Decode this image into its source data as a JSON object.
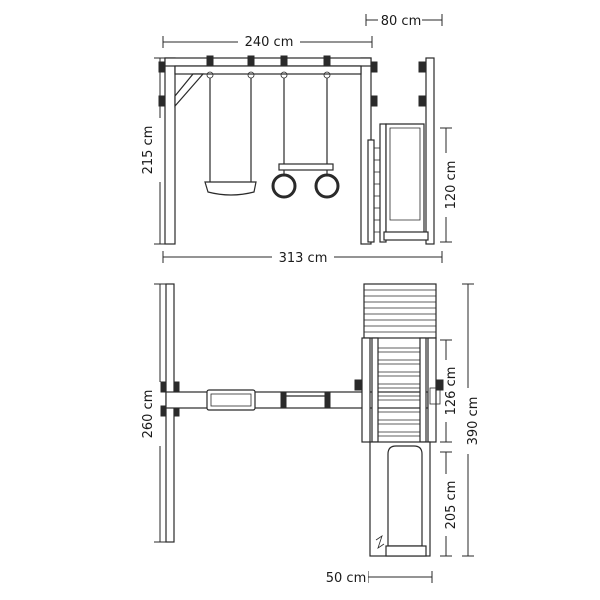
{
  "front_view": {
    "dim_width_top": "240 cm",
    "dim_platform_width": "80 cm",
    "dim_height": "215 cm",
    "dim_platform_height": "120 cm",
    "dim_total_width": "313 cm"
  },
  "top_view": {
    "dim_depth": "260 cm",
    "dim_ladder": "126 cm",
    "dim_total_depth": "390 cm",
    "dim_slide": "205 cm",
    "dim_slide_width": "50 cm"
  },
  "colors": {
    "line": "#2a2a2a",
    "background": "#ffffff"
  }
}
